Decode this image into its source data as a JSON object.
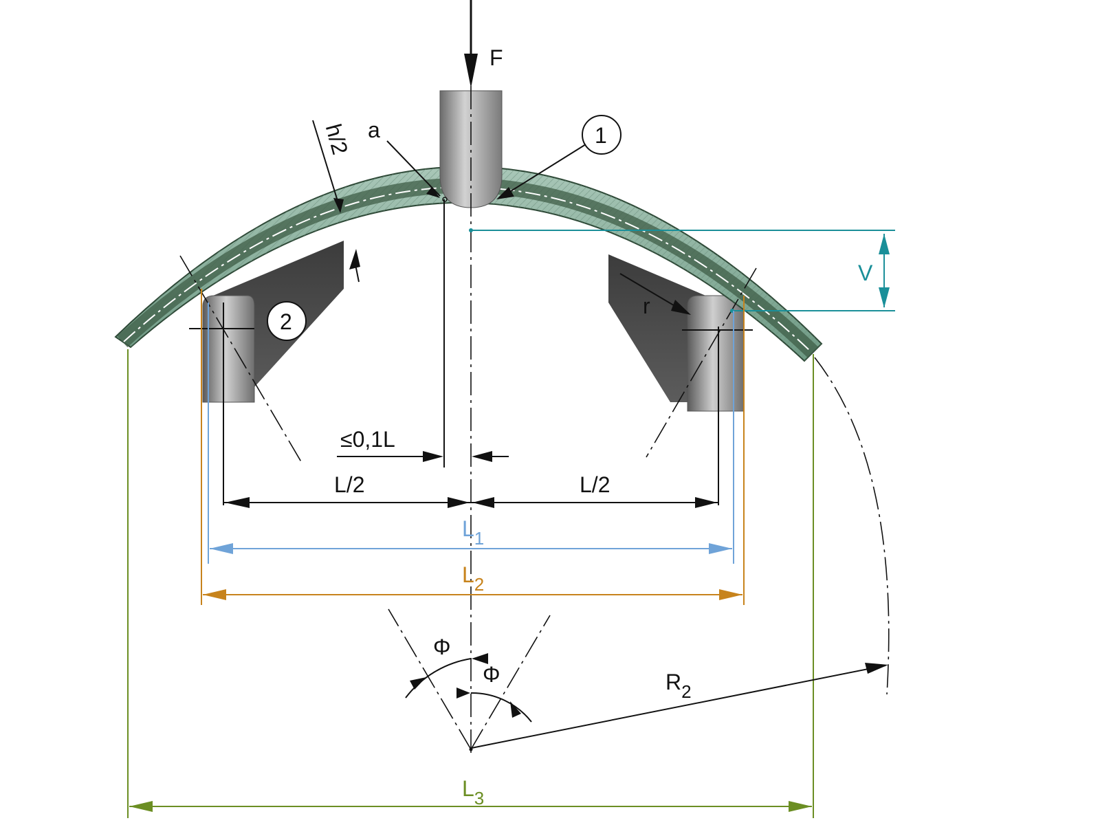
{
  "labels": {
    "force": "F",
    "a": "a",
    "half_thickness": "h/2",
    "item_1": "1",
    "item_2": "2",
    "radius_r": "r",
    "deflection": "V",
    "offset": "≤0,1L",
    "half_span_left": "L/2",
    "half_span_right": "L/2",
    "L1_main": "L",
    "L1_sub": "1",
    "L2_main": "L",
    "L2_sub": "2",
    "L3_main": "L",
    "L3_sub": "3",
    "phi_outer": "Φ",
    "phi_inner": "Φ",
    "R2_main": "R",
    "R2_sub": "2"
  },
  "colors": {
    "dimension": "#111111",
    "L1": "#6fa3d8",
    "L2": "#c7831c",
    "L3": "#6b8e23",
    "deflection": "#1a8f99",
    "specimen_top": "#8fb3a3",
    "specimen_dark": "#3f5e47",
    "support_metal": "#9a9a9a"
  }
}
